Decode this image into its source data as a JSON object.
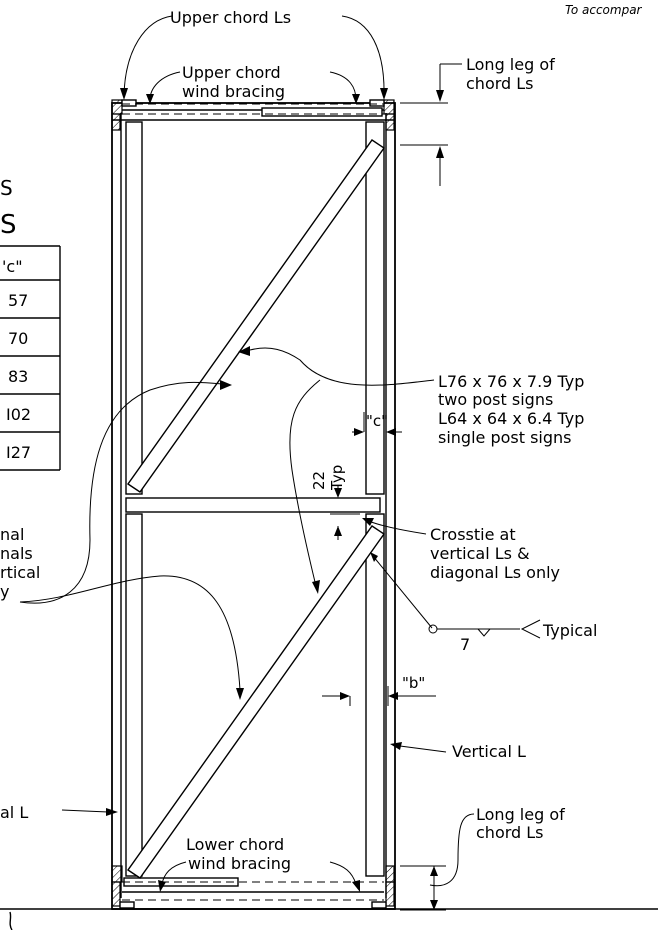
{
  "note": "To accompar",
  "labels": {
    "upper_chord": "Upper chord Ls",
    "upper_wind_bracing_1": "Upper chord",
    "upper_wind_bracing_2": "wind bracing",
    "long_leg_top_1": "Long leg of",
    "long_leg_top_2": "chord Ls",
    "member_size_1": "L76 x 76 x 7.9 Typ",
    "member_size_2": "two post signs",
    "member_size_3": "L64 x 64 x 6.4 Typ",
    "member_size_4": "single post signs",
    "dim_c": "\"c\"",
    "dim_22": "22",
    "dim_typ": "Typ",
    "crosstie_1": "Crosstie at",
    "crosstie_2": "vertical Ls &",
    "crosstie_3": "diagonal Ls only",
    "weld_size": "7",
    "weld_typical": "Typical",
    "dim_b": "\"b\"",
    "vertical_l": "Vertical L",
    "vertical_l_left": "al L",
    "lower_wind_bracing_1": "Lower chord",
    "lower_wind_bracing_2": "wind bracing",
    "long_leg_bottom_1": "Long leg of",
    "long_leg_bottom_2": "chord Ls",
    "diag_left_1": "nal",
    "diag_left_2": "nals",
    "diag_left_3": "rtical",
    "diag_left_4": "y",
    "table_title_1": "S",
    "table_title_2": "S"
  },
  "table": {
    "header": "'c\"",
    "rows": [
      "57",
      "70",
      "83",
      "I02",
      "I27"
    ]
  }
}
